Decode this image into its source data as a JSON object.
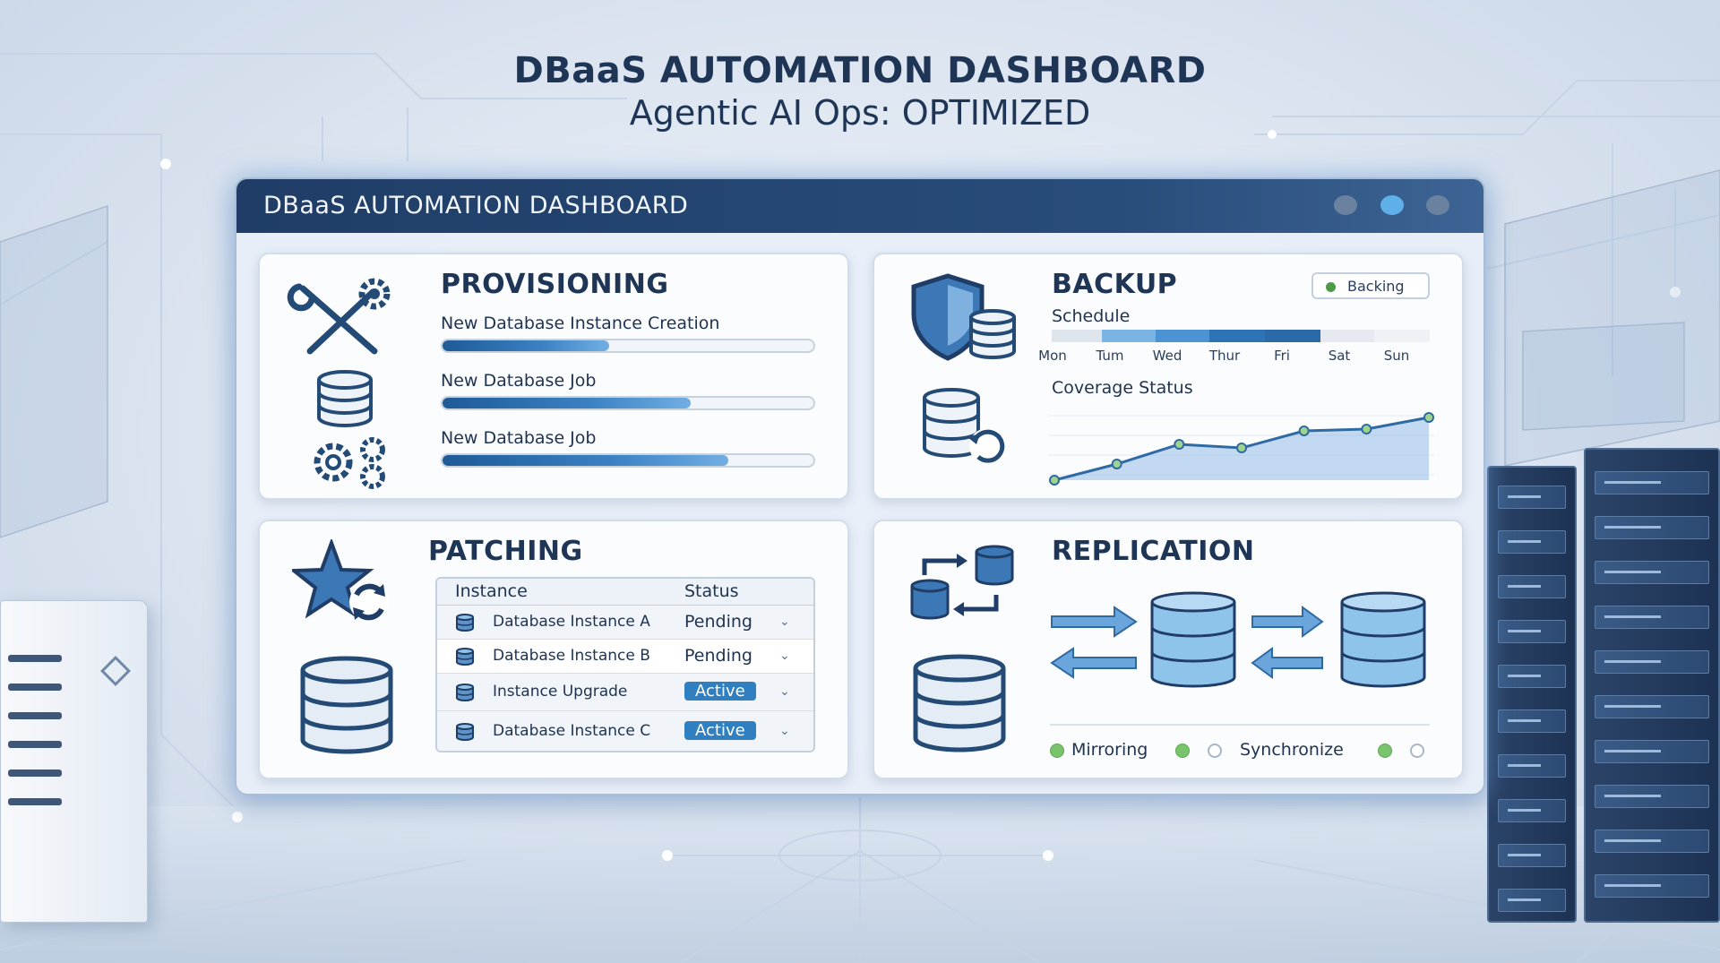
{
  "hero": {
    "title": "DBaaS AUTOMATION DASHBOARD",
    "subtitle": "Agentic AI Ops: OPTIMIZED"
  },
  "window": {
    "title": "DBaaS AUTOMATION DASHBOARD",
    "controls": [
      "minimize",
      "maximize",
      "close"
    ]
  },
  "provisioning": {
    "title": "PROVISIONING",
    "icons": [
      "wrench-gear-icon",
      "database-icon",
      "gears-icon"
    ],
    "jobs": [
      {
        "label": "New Database Instance Creation",
        "progress": 0.45
      },
      {
        "label": "New Database Job",
        "progress": 0.67
      },
      {
        "label": "New Database Job",
        "progress": 0.77
      }
    ]
  },
  "backup": {
    "title": "BACKUP",
    "status_chip": "Backing",
    "schedule_label": "Schedule",
    "days": [
      "Mon",
      "Tum",
      "Wed",
      "Thur",
      "Fri",
      "Sat",
      "Sun"
    ],
    "coverage_label": "Coverage Status",
    "coverage_values": [
      0,
      18,
      40,
      36,
      55,
      57,
      70
    ]
  },
  "patching": {
    "title": "PATCHING",
    "columns": [
      "Instance",
      "Status"
    ],
    "rows": [
      {
        "name": "Database Instance A",
        "status": "Pending",
        "active": false
      },
      {
        "name": "Database Instance B",
        "status": "Pending",
        "active": false
      },
      {
        "name": "Instance Upgrade",
        "status": "Active",
        "active": true
      },
      {
        "name": "Database Instance C",
        "status": "Active",
        "active": true
      }
    ]
  },
  "replication": {
    "title": "REPLICATION",
    "legend": {
      "mirroring": "Mirroring",
      "synchronize": "Synchronize"
    }
  },
  "colors": {
    "navy": "#1f3d66",
    "accent": "#2f7fc1",
    "green": "#79c36d"
  }
}
